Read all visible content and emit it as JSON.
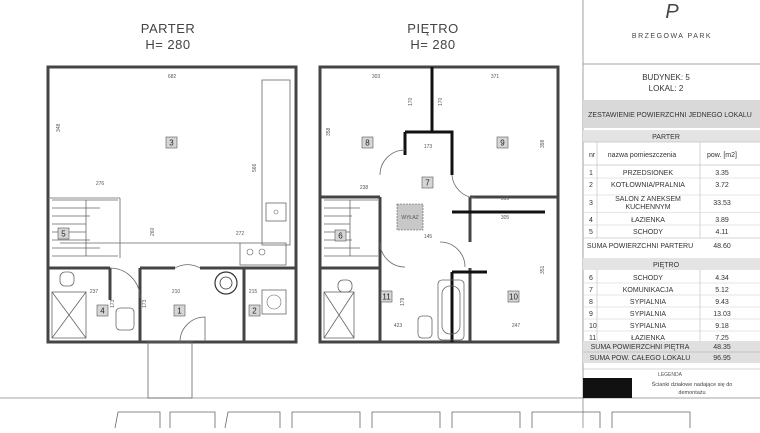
{
  "brand": {
    "name": "BRZEGOWA PARK",
    "logo": "P"
  },
  "floors": {
    "parter": {
      "title": "PARTER",
      "height": "H= 280"
    },
    "pietro": {
      "title": "PIĘTRO",
      "height": "H= 280"
    }
  },
  "dims_parter": [
    "682",
    "348",
    "276",
    "566",
    "272",
    "260",
    "210",
    "215",
    "237",
    "173",
    "173"
  ],
  "dims_pietro": [
    "303",
    "371",
    "170",
    "170",
    "358",
    "398",
    "238",
    "173",
    "305",
    "305",
    "145",
    "179",
    "423",
    "247",
    "351"
  ],
  "rooms_parter": [
    "3",
    "5",
    "4",
    "1",
    "2"
  ],
  "rooms_pietro": [
    "8",
    "9",
    "7",
    "6",
    "11",
    "10"
  ],
  "wylaz": "WYŁAZ",
  "info": {
    "building": "BUDYNEK: 5",
    "unit": "LOKAL: 2",
    "heading": "ZESTAWIENIE POWIERZCHNI JEDNEGO LOKALU",
    "parter_label": "PARTER",
    "col_nr": "nr",
    "col_name": "nazwa pomieszczenia",
    "col_area": "pow. [m2]",
    "parter_rows": [
      {
        "nr": "1",
        "name": "PRZEDSIONEK",
        "area": "3.35"
      },
      {
        "nr": "2",
        "name": "KOTŁOWNIA/PRALNIA",
        "area": "3.72"
      },
      {
        "nr": "3",
        "name": "SALON Z ANEKSEM",
        "name2": "KUCHENNYM",
        "area": "33.53"
      },
      {
        "nr": "4",
        "name": "ŁAZIENKA",
        "area": "3.89"
      },
      {
        "nr": "5",
        "name": "SCHODY",
        "area": "4.11"
      }
    ],
    "parter_sum_label": "SUMA POWIERZCHNI PARTERU",
    "parter_sum": "48.60",
    "pietro_label": "PIĘTRO",
    "pietro_rows": [
      {
        "nr": "6",
        "name": "SCHODY",
        "area": "4.34"
      },
      {
        "nr": "7",
        "name": "KOMUNIKACJA",
        "area": "5.12"
      },
      {
        "nr": "8",
        "name": "SYPIALNIA",
        "area": "9.43"
      },
      {
        "nr": "9",
        "name": "SYPIALNIA",
        "area": "13.03"
      },
      {
        "nr": "10",
        "name": "SYPIALNIA",
        "area": "9.18"
      },
      {
        "nr": "11",
        "name": "ŁAZIENKA",
        "area": "7.25"
      }
    ],
    "pietro_sum_label": "SUMA POWIERZCHNI PIĘTRA",
    "pietro_sum": "48.35",
    "total_label": "SUMA POW. CAŁEGO LOKALU",
    "total": "96.95",
    "legend_label": "LEGENDA",
    "legend_text1": "Ścianki działowe nadające się do",
    "legend_text2": "demontażu"
  }
}
